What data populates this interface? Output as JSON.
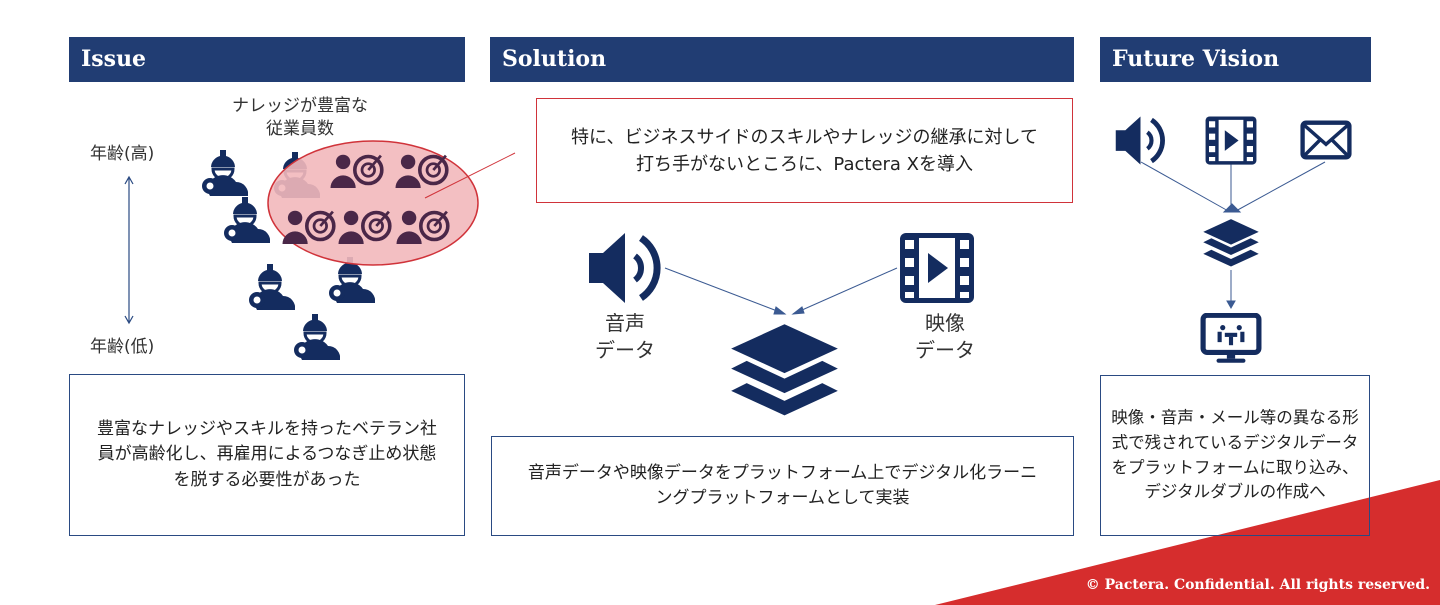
{
  "issue": {
    "title": "Issue",
    "crowd_label": "ナレッジが豊富な\n従業員数",
    "age_high": "年齢(高)",
    "age_low": "年齢(低)",
    "description": "豊富なナレッジやスキルを持ったベテラン社員が高齢化し、再雇用によるつなぎ止め状態を脱する必要性があった"
  },
  "solution": {
    "title": "Solution",
    "callout": "特に、ビジネスサイドのスキルやナレッジの継承に対して打ち手がないところに、Pactera Xを導入",
    "audio_label": "音声\nデータ",
    "video_label": "映像\nデータ",
    "description": "音声データや映像データをプラットフォーム上でデジタル化ラーニングプラットフォームとして実装"
  },
  "future": {
    "title": "Future Vision",
    "description": "映像・音声・メール等の異なる形式で残されているデジタルデータをプラットフォームに取り込み、デジタルダブルの作成へ"
  },
  "footer": {
    "copyright": "© Pactera.  Confidential.  All rights reserved."
  },
  "colors": {
    "navy": "#213d73",
    "red": "#d62d2d",
    "callout_border": "#d0333a",
    "ellipse_fill": "#f2b8bb"
  }
}
